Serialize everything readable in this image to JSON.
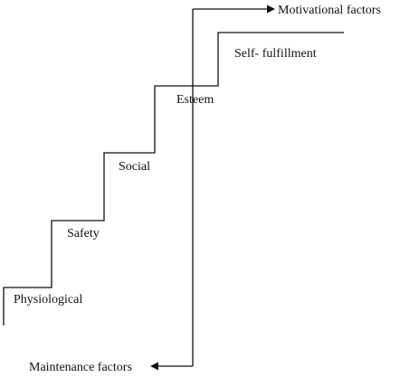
{
  "steps": {
    "physiological": "Physiological",
    "safety": "Safety",
    "social": "Social",
    "esteem": "Esteem",
    "self_fulfillment": "Self- fulfillment"
  },
  "factors": {
    "motivational": "Motivational factors",
    "maintenance": "Maintenance factors"
  },
  "colors": {
    "line": "#111111",
    "background": "#ffffff"
  }
}
